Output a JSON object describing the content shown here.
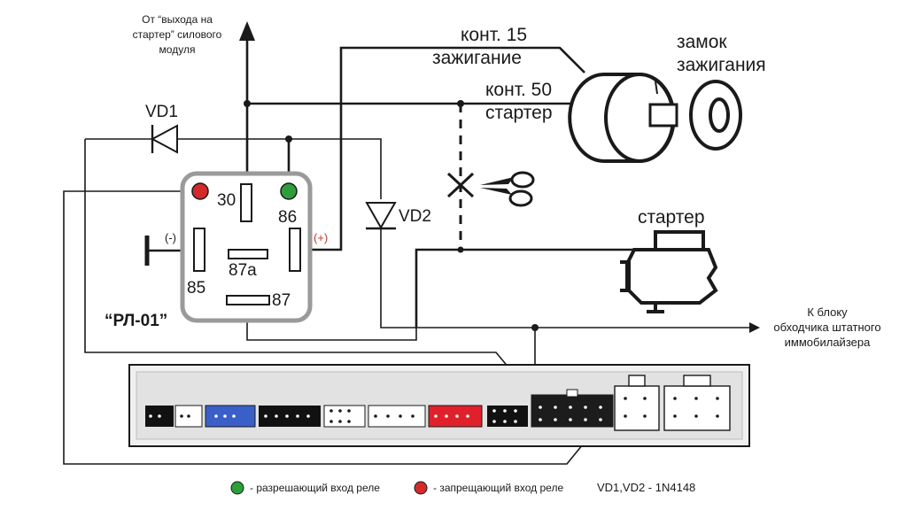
{
  "labels": {
    "starter_output": [
      "От “выхода на",
      "стартер” силового",
      "модуля"
    ],
    "kont15": "конт. 15",
    "ignition_15": "зажигание",
    "kont50": "конт. 50",
    "starter_50": "стартер",
    "lock": [
      "замок",
      "зажигания"
    ],
    "vd1": "VD1",
    "vd2": "VD2",
    "relay_name": "“РЛ-01”",
    "pin30": "30",
    "pin86": "86",
    "pin85": "85",
    "pin87": "87",
    "pin87a": "87a",
    "minus": "(-)",
    "plus": "(+)",
    "starter": "стартер",
    "immo": [
      "К блоку",
      "обходчика штатного",
      "иммобилайзера"
    ]
  },
  "legend": {
    "green_text": "- разрешающий вход реле",
    "red_text": "- запрещающий вход реле",
    "diodes": "VD1,VD2 - 1N4148"
  },
  "colors": {
    "enable_input": "#2e9e3a",
    "disable_input": "#d42a2a",
    "relay_frame": "#9a9a9a",
    "plus_sign": "#c0392b",
    "connector_blue": "#3a5fc8",
    "connector_red": "#e0212b"
  },
  "icons": [
    "scissors-icon",
    "ignition-lock-icon",
    "starter-motor-icon",
    "diode-icon"
  ]
}
